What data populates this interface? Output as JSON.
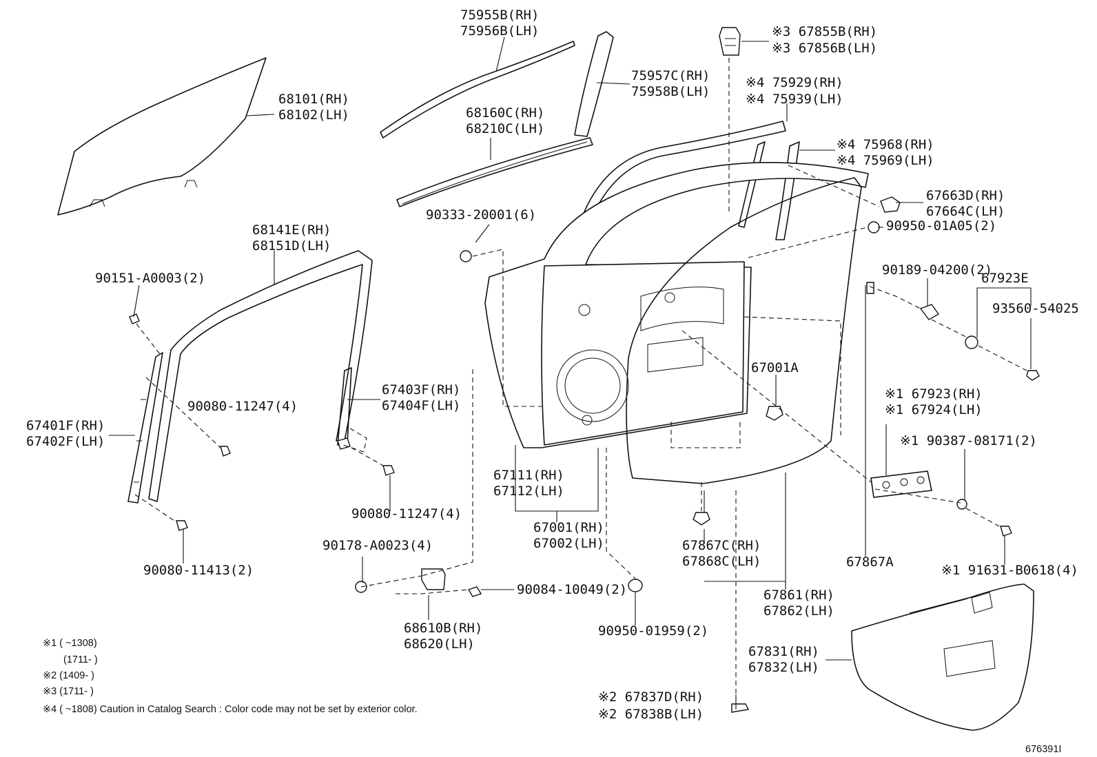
{
  "figure_id": "676391I",
  "labels": {
    "l_75955": [
      "75955B(RH)",
      "75956B(LH)"
    ],
    "l_68101": [
      "68101(RH)",
      "68102(LH)"
    ],
    "l_68160": [
      "68160C(RH)",
      "68210C(LH)"
    ],
    "l_75957": [
      "75957C(RH)",
      "75958B(LH)"
    ],
    "l_67855": [
      "※3 67855B(RH)",
      "※3 67856B(LH)"
    ],
    "l_75929": [
      "※4 75929(RH)",
      "※4 75939(LH)"
    ],
    "l_75968": [
      "※4 75968(RH)",
      "※4 75969(LH)"
    ],
    "l_67663": [
      "67663D(RH)",
      "67664C(LH)"
    ],
    "l_90950a": [
      "90950-01A05(2)"
    ],
    "l_90333": [
      "90333-20001(6)"
    ],
    "l_68141": [
      "68141E(RH)",
      "68151D(LH)"
    ],
    "l_90151": [
      "90151-A0003(2)"
    ],
    "l_90189": [
      "90189-04200(2)"
    ],
    "l_67923e": [
      "67923E"
    ],
    "l_93560": [
      "93560-54025"
    ],
    "l_67001a": [
      "67001A"
    ],
    "l_67403": [
      "67403F(RH)",
      "67404F(LH)"
    ],
    "l_90080a": [
      "90080-11247(4)"
    ],
    "l_67923": [
      "※1 67923(RH)",
      "※1 67924(LH)"
    ],
    "l_90387": [
      "※1 90387-08171(2)"
    ],
    "l_67401": [
      "67401F(RH)",
      "67402F(LH)"
    ],
    "l_67111": [
      "67111(RH)",
      "67112(LH)"
    ],
    "l_90080b": [
      "90080-11247(4)"
    ],
    "l_67001": [
      "67001(RH)",
      "67002(LH)"
    ],
    "l_90178": [
      "90178-A0023(4)"
    ],
    "l_67867c": [
      "67867C(RH)",
      "67868C(LH)"
    ],
    "l_67867a": [
      "67867A"
    ],
    "l_90080c": [
      "90080-11413(2)"
    ],
    "l_91631": [
      "※1 91631-B0618(4)"
    ],
    "l_90084": [
      "90084-10049(2)"
    ],
    "l_67861": [
      "67861(RH)",
      "67862(LH)"
    ],
    "l_68610": [
      "68610B(RH)",
      "68620(LH)"
    ],
    "l_90950b": [
      "90950-01959(2)"
    ],
    "l_67831": [
      "67831(RH)",
      "67832(LH)"
    ],
    "l_67837": [
      "※2 67837D(RH)",
      "※2 67838B(LH)"
    ]
  },
  "notes": [
    "※1 (        ~1308)",
    "(1711-        )",
    "※2 (1409-        )",
    "※3 (1711-        )",
    "※4 (        ~1808) Caution in Catalog Search : Color code may not be set by exterior color."
  ]
}
